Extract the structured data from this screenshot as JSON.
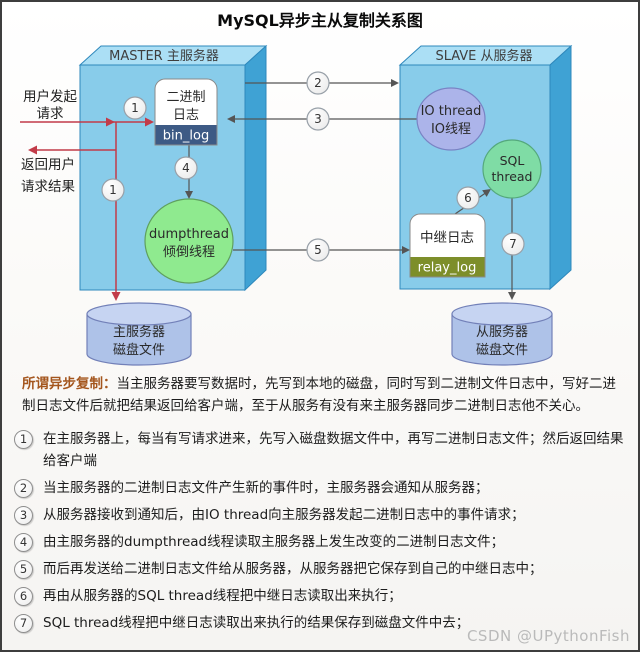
{
  "title": "MySQL异步主从复制关系图",
  "colors": {
    "box_front": "#88CCEA",
    "box_top": "#ABDFF5",
    "box_side": "#3FA2D4",
    "binlog_bar": "#3D5A85",
    "relay_bar": "#7D8E2A",
    "dump_fill": "#8FEA8F",
    "io_fill": "#ACB4EA",
    "sql_fill": "#7FDCA5",
    "disk_fill": "#AEC2E8",
    "disk_top": "#C6D4F2",
    "red_flow": "#C23B49",
    "gray_line": "#555555",
    "heading_red": "#A4561E",
    "watermark_gray": "#BABABA"
  },
  "diagram": {
    "master": {
      "title": "MASTER 主服务器",
      "binlog_line1": "二进制",
      "binlog_line2": "日志",
      "binlog_bar": "bin_log",
      "dump_line1": "dumpthread",
      "dump_line2": "倾倒线程",
      "disk_line1": "主服务器",
      "disk_line2": "磁盘文件"
    },
    "slave": {
      "title": "SLAVE 从服务器",
      "io_line1": "IO thread",
      "io_line2": "IO线程",
      "sql_line1": "SQL",
      "sql_line2": "thread",
      "relay_label": "中继日志",
      "relay_bar": "relay_log",
      "disk_line1": "从服务器",
      "disk_line2": "磁盘文件"
    },
    "user_request_line1": "用户发起",
    "user_request_line2": "请求",
    "user_return_line1": "返回用户",
    "user_return_line2": "请求结果",
    "badges": {
      "b1a": "1",
      "b1b": "1",
      "b2": "2",
      "b3": "3",
      "b4": "4",
      "b5": "5",
      "b6": "6",
      "b7": "7"
    }
  },
  "description": {
    "heading": "所谓异步复制：",
    "body": "当主服务器要写数据时，先写到本地的磁盘，同时写到二进制文件日志中，写好二进制日志文件后就把结果返回给客户端，至于从服务有没有来主服务器同步二进制日志他不关心。"
  },
  "steps": [
    {
      "num": "1",
      "text": "在主服务器上，每当有写请求进来，先写入磁盘数据文件中，再写二进制日志文件；然后返回结果给客户端"
    },
    {
      "num": "2",
      "text": "当主服务器的二进制日志文件产生新的事件时，主服务器会通知从服务器；"
    },
    {
      "num": "3",
      "text": "从服务器接收到通知后，由IO thread向主服务器发起二进制日志中的事件请求；"
    },
    {
      "num": "4",
      "text": "由主服务器的dumpthread线程读取主服务器上发生改变的二进制日志文件；"
    },
    {
      "num": "5",
      "text": "而后再发送给二进制日志文件给从服务器，从服务器把它保存到自己的中继日志中；"
    },
    {
      "num": "6",
      "text": "再由从服务器的SQL thread线程把中继日志读取出来执行；"
    },
    {
      "num": "7",
      "text": "SQL thread线程把中继日志读取出来执行的结果保存到磁盘文件中去；"
    }
  ],
  "watermark": "CSDN @UPythonFish"
}
